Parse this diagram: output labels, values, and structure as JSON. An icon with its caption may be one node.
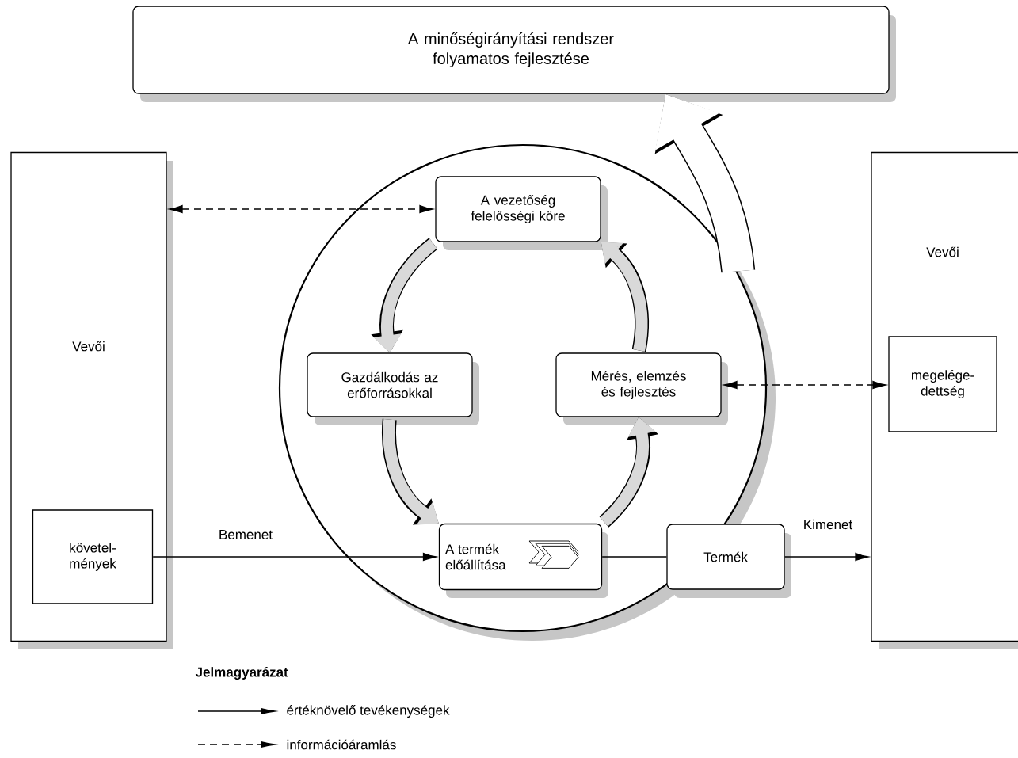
{
  "diagram": {
    "nodes": [
      {
        "text": [
          "A minőségirányítási rendszer folyamatos fejlesztése"
        ]
      },
      {
        "text": [
          "Vevői"
        ]
      },
      {
        "text": [
          "követel- mények"
        ],
        "in": 1
      },
      {
        "text": [],
        "shape": "circle"
      },
      {
        "text": [
          "A vezetőség felelősségi köre"
        ],
        "in": 3
      },
      {
        "text": [
          "Gazdálkodás az erőforrásokkal"
        ],
        "in": 3
      },
      {
        "text": [
          "Mérés, elemzés és fejlesztés"
        ],
        "in": 3
      },
      {
        "text": [
          "A termék előállítása"
        ],
        "in": 3
      },
      {
        "text": [
          "Termék"
        ]
      },
      {
        "text": [
          "Vevői"
        ]
      },
      {
        "text": [
          "megelége- dettség"
        ],
        "in": 9
      }
    ],
    "edges": [
      {
        "from": 1,
        "to": 4,
        "arrow": "both",
        "style": "dashed"
      },
      {
        "from": 6,
        "to": 10,
        "arrow": "both",
        "style": "dashed"
      },
      {
        "from": 2,
        "to": 7,
        "arrow": "to",
        "label": "Bemenet"
      },
      {
        "from": 7,
        "to": 8,
        "arrow": "none"
      },
      {
        "from": 8,
        "to": 9,
        "arrow": "to",
        "label": "Kimenet"
      },
      {
        "from": 4,
        "to": 5,
        "arrow": "to",
        "style": "thick",
        "color": "#d9d9d9"
      },
      {
        "from": 5,
        "to": 7,
        "arrow": "to",
        "style": "thick",
        "color": "#d9d9d9"
      },
      {
        "from": 7,
        "to": 6,
        "arrow": "to",
        "style": "thick",
        "color": "#d9d9d9"
      },
      {
        "from": 6,
        "to": 4,
        "arrow": "to",
        "style": "thick",
        "color": "#d9d9d9"
      },
      {
        "from": 3,
        "to": 0,
        "arrow": "to",
        "style": "thick",
        "color": "#ffffff"
      }
    ],
    "labels": [
      "Jelmagyarázat"
    ],
    "legend": [
      {
        "text": "értéknövelő tevékenységek"
      },
      {
        "text": "információáramlás"
      }
    ]
  }
}
